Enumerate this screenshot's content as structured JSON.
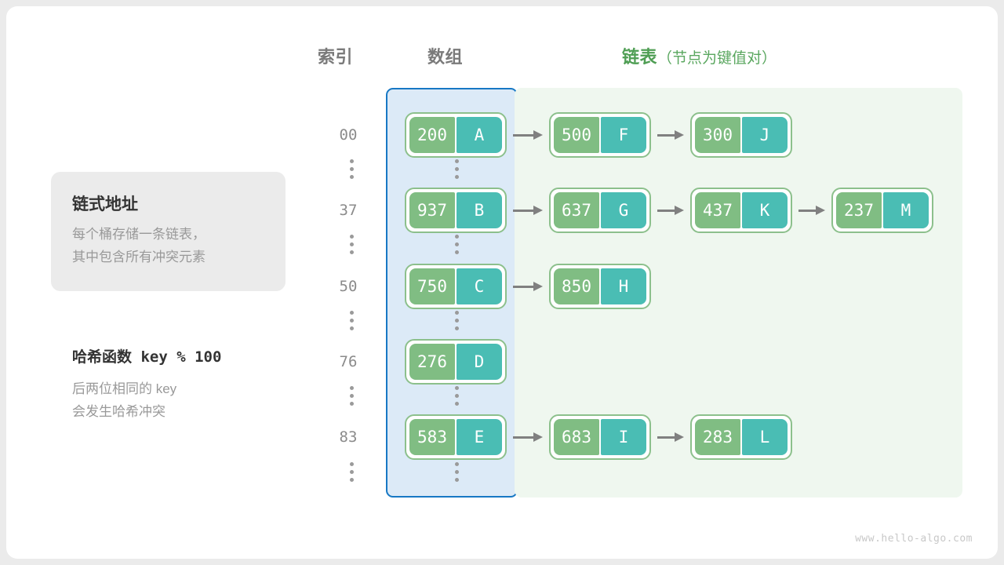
{
  "headings": {
    "index": "索引",
    "array": "数组",
    "list_main": "链表",
    "list_sub": "（节点为键值对）"
  },
  "info_card": {
    "title": "链式地址",
    "line1": "每个桶存储一条链表，",
    "line2": "其中包含所有冲突元素"
  },
  "hash_note": {
    "title": "哈希函数 key % 100",
    "line1": "后两位相同的 key",
    "line2": "会发生哈希冲突"
  },
  "colors": {
    "key_green": "#80bd83",
    "value_teal": "#4abdb4",
    "node_border": "#8cc08c",
    "array_region_fill": "#dceaf7",
    "array_region_border": "#1778c4",
    "list_region_fill": "#eff7ef",
    "arrow_gray": "#808080",
    "heading_gray": "#7a7a7a",
    "heading_green": "#4f9e54"
  },
  "rows": [
    {
      "index": "00",
      "bucket": {
        "key": "200",
        "value": "A"
      },
      "chain": [
        {
          "key": "500",
          "value": "F"
        },
        {
          "key": "300",
          "value": "J"
        }
      ]
    },
    {
      "index": "37",
      "bucket": {
        "key": "937",
        "value": "B"
      },
      "chain": [
        {
          "key": "637",
          "value": "G"
        },
        {
          "key": "437",
          "value": "K"
        },
        {
          "key": "237",
          "value": "M"
        }
      ]
    },
    {
      "index": "50",
      "bucket": {
        "key": "750",
        "value": "C"
      },
      "chain": [
        {
          "key": "850",
          "value": "H"
        }
      ]
    },
    {
      "index": "76",
      "bucket": {
        "key": "276",
        "value": "D"
      },
      "chain": []
    },
    {
      "index": "83",
      "bucket": {
        "key": "583",
        "value": "E"
      },
      "chain": [
        {
          "key": "683",
          "value": "I"
        },
        {
          "key": "283",
          "value": "L"
        }
      ]
    }
  ],
  "watermark": "www.hello-algo.com"
}
